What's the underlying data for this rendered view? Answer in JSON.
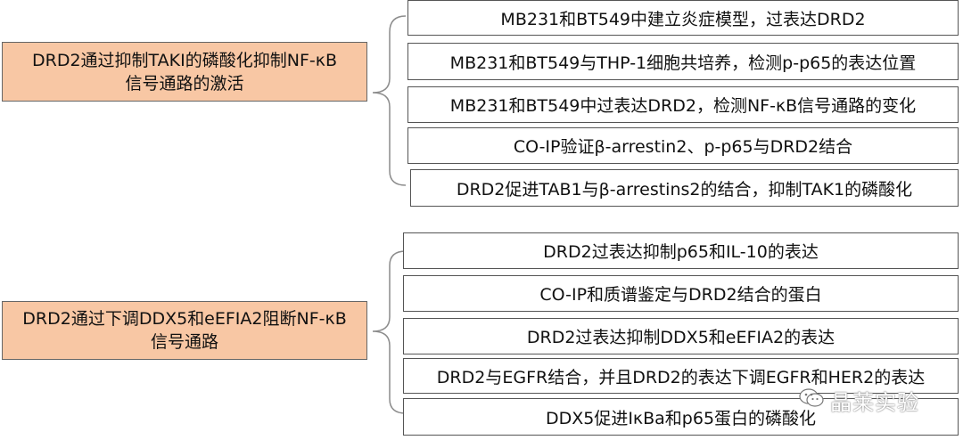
{
  "colors": {
    "main_fill": "#F8C7A4",
    "border": "#555555",
    "bracket": "#8c8c8c"
  },
  "groups": [
    {
      "main": {
        "line1": "DRD2通过抑制TAKI的磷酸化抑制NF-κB",
        "line2": "信号通路的激活"
      },
      "items": [
        "MB231和BT549中建立炎症模型，过表达DRD2",
        "MB231和BT549与THP-1细胞共培养，检测p-p65的表达位置",
        "MB231和BT549中过表达DRD2，检测NF-κB信号通路的变化",
        "CO-IP验证β-arrestin2、p-p65与DRD2结合",
        "DRD2促进TAB1与β-arrestins2的结合，抑制TAK1的磷酸化"
      ]
    },
    {
      "main": {
        "line1": "DRD2通过下调DDX5和eEFIA2阻断NF-κB",
        "line2": "信号通路"
      },
      "items": [
        "DRD2过表达抑制p65和IL-10的表达",
        "CO-IP和质谱鉴定与DRD2结合的蛋白",
        "DRD2过表达抑制DDX5和eEFIA2的表达",
        "DRD2与EGFR结合，并且DRD2的表达下调EGFR和HER2的表达",
        "DDX5促进IκBa和p65蛋白的磷酸化"
      ]
    }
  ],
  "watermark": {
    "text": "晶莱实验",
    "icon": "wechat-icon"
  }
}
